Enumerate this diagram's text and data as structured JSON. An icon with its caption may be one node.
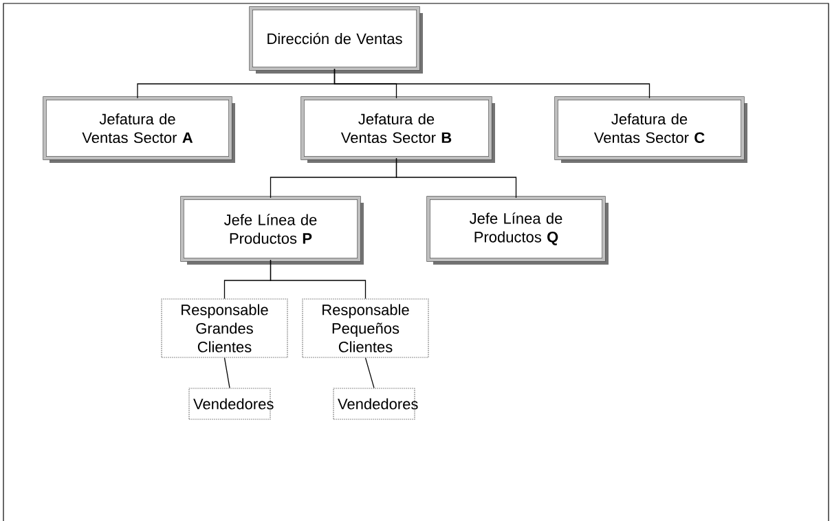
{
  "diagram": {
    "nodes": [
      {
        "text": [
          "Dirección de Ventas"
        ]
      },
      {
        "text": [
          "Jefatura de Ventas Sector **A**"
        ]
      },
      {
        "text": [
          "Jefatura de Ventas Sector **B**"
        ]
      },
      {
        "text": [
          "Jefatura de Ventas Sector **C**"
        ]
      },
      {
        "text": [
          "Jefe Línea de Productos **P**"
        ]
      },
      {
        "text": [
          "Jefe Línea de Productos **Q**"
        ]
      },
      {
        "text": [
          "Responsable Grandes Clientes"
        ]
      },
      {
        "text": [
          "Responsable Pequeños Clientes"
        ]
      },
      {
        "text": [
          "Vendedores"
        ]
      },
      {
        "text": [
          "Vendedores"
        ]
      }
    ],
    "edges": [
      {
        "from": 0,
        "to": 1,
        "arrow": "none"
      },
      {
        "from": 0,
        "to": 2,
        "arrow": "none"
      },
      {
        "from": 0,
        "to": 3,
        "arrow": "none"
      },
      {
        "from": 2,
        "to": 4,
        "arrow": "none"
      },
      {
        "from": 2,
        "to": 5,
        "arrow": "none"
      },
      {
        "from": 4,
        "to": 6,
        "arrow": "none"
      },
      {
        "from": 4,
        "to": 7,
        "arrow": "none"
      },
      {
        "from": 6,
        "to": 8,
        "arrow": "none"
      },
      {
        "from": 7,
        "to": 9,
        "arrow": "none"
      }
    ]
  }
}
